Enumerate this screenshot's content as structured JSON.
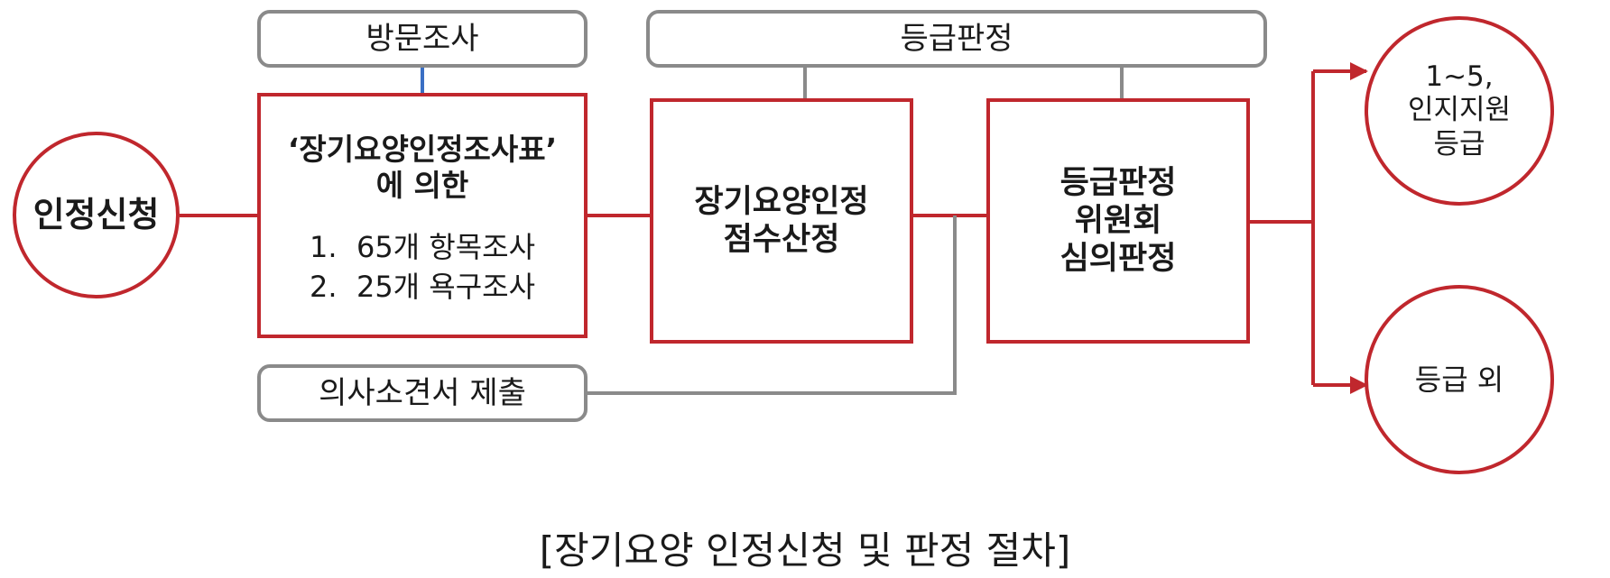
{
  "diagram": {
    "start": "인정신청",
    "visit_survey": "방문조사",
    "grade_decision_header": "등급판정",
    "survey_box": {
      "title_lines": [
        "‘장기요양인정조사표’",
        "에 의한"
      ],
      "items": [
        {
          "num": "1.",
          "text": "65개 항목조사"
        },
        {
          "num": "2.",
          "text": "25개 욕구조사"
        }
      ]
    },
    "score_box": [
      "장기요양인정",
      "점수산정"
    ],
    "committee_box": [
      "등급판정",
      "위원회",
      "심의판정"
    ],
    "doctor_opinion": "의사소견서 제출",
    "result_grade": [
      "1~5,",
      "인지지원",
      "등급"
    ],
    "result_outside": "등급 외",
    "caption": "[장기요양 인정신청 및 판정 절차]"
  },
  "colors": {
    "accent_red": "#c0272d",
    "neutral_gray": "#8a8a8a",
    "link_blue": "#3a6fc4"
  }
}
